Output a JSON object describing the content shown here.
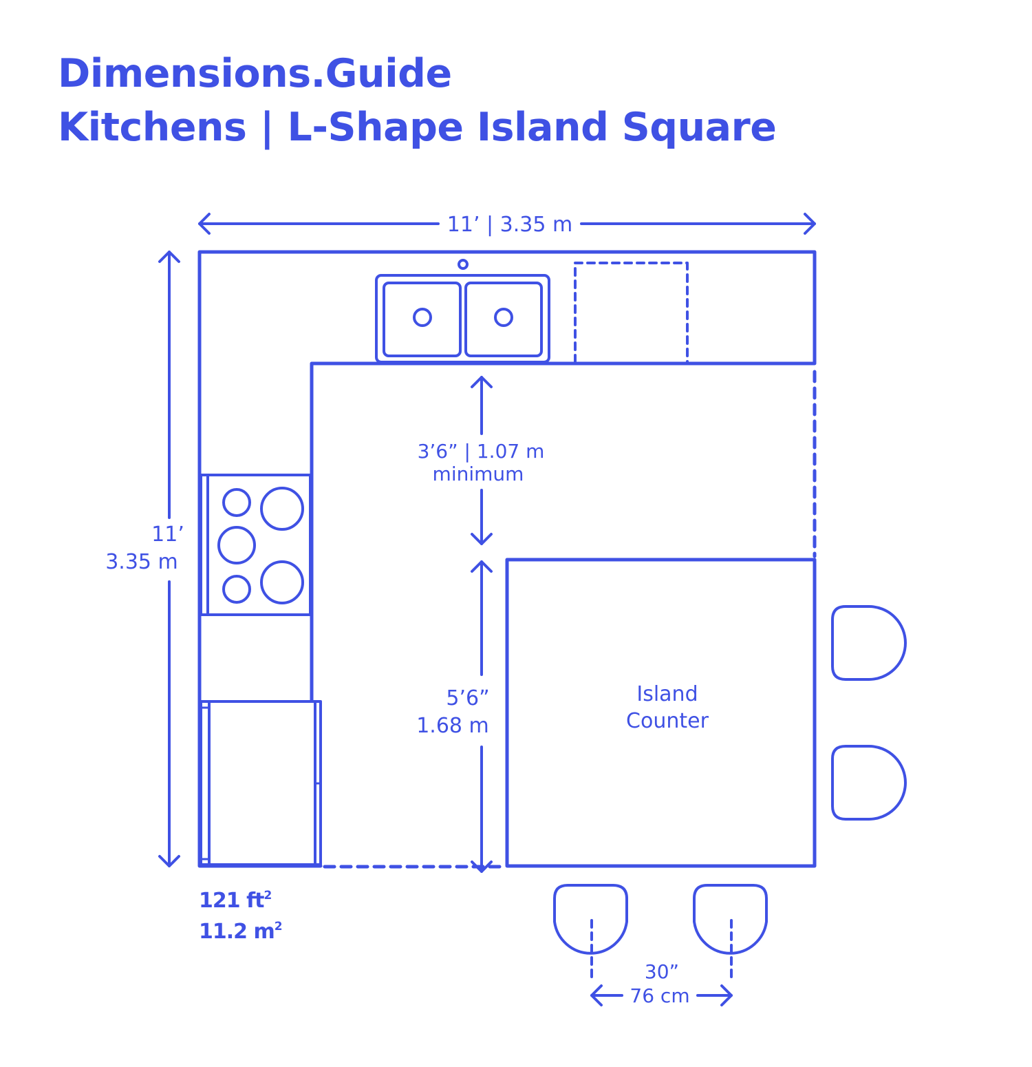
{
  "header": {
    "brand": "Dimensions.Guide",
    "subtitle": "Kitchens | L-Shape Island Square"
  },
  "dimensions": {
    "overall_width": "11’ | 3.35 m",
    "overall_height_ft": "11’",
    "overall_height_m": "3.35 m",
    "clearance_value": "3’6” | 1.07 m",
    "clearance_note": "minimum",
    "island_depth_ft": "5’6”",
    "island_depth_m": "1.68 m",
    "stool_spacing_in": "30”",
    "stool_spacing_cm": "76 cm"
  },
  "island": {
    "line1": "Island",
    "line2": "Counter"
  },
  "area": {
    "ft_value": "121 ft",
    "ft_sup": "2",
    "m_value": "11.2 m",
    "m_sup": "2"
  },
  "colors": {
    "line": "#3f51e4",
    "background": "#ffffff"
  }
}
